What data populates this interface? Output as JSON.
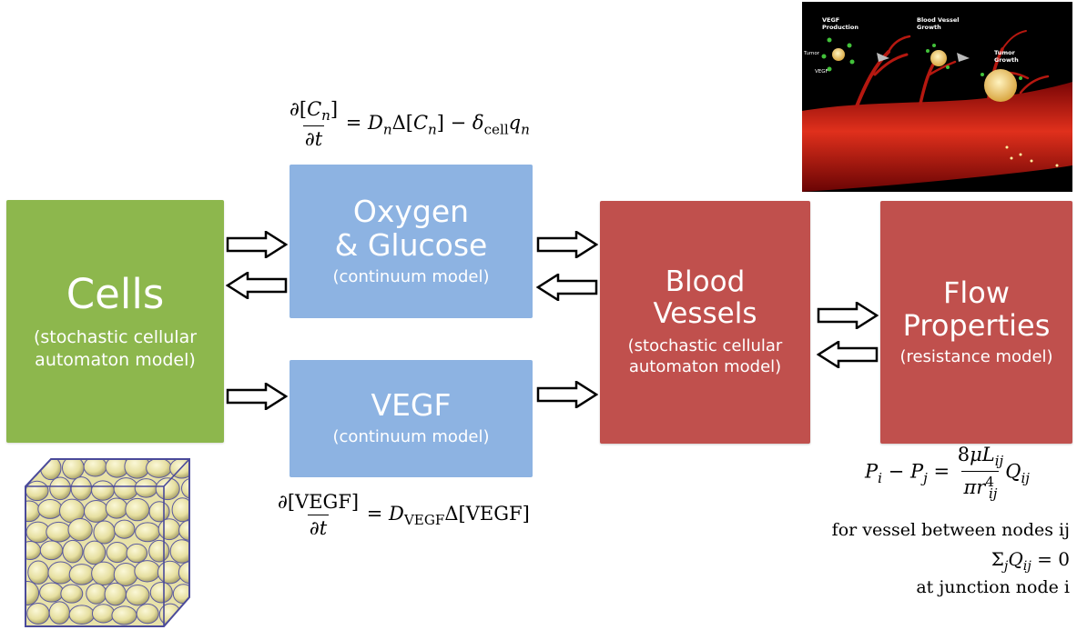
{
  "cells": {
    "title": "Cells",
    "subtitle": "(stochastic cellular automaton model)",
    "color": "#8db74d"
  },
  "oxygen": {
    "title_line1": "Oxygen",
    "title_line2": "& Glucose",
    "subtitle": "(continuum model)",
    "color": "#8db3e2"
  },
  "vegf": {
    "title": "VEGF",
    "subtitle": "(continuum model)",
    "color": "#8db3e2"
  },
  "vessels": {
    "title_line1": "Blood",
    "title_line2": "Vessels",
    "subtitle": "(stochastic cellular automaton model)",
    "color": "#c0504d"
  },
  "flow": {
    "title_line1": "Flow",
    "title_line2": "Properties",
    "subtitle": "(resistance model)",
    "color": "#c0504d"
  },
  "equations": {
    "nutrient": "∂[C_n]/∂t = D_n Δ[C_n] − δ_cell q_n",
    "vegf": "∂[VEGF]/∂t = D_VEGF Δ[VEGF]",
    "poiseuille": "P_i − P_j = 8μL_ij / (π r_ij^4) Q_ij",
    "conservation": "Σ_j Q_ij = 0"
  },
  "notes": {
    "vessel_between": "for vessel between nodes ij",
    "junction": "at junction node i"
  },
  "tumor_image": {
    "label_vegf_production_1": "VEGF",
    "label_vegf_production_2": "Production",
    "label_vessel_growth_1": "Blood Vessel",
    "label_vessel_growth_2": "Growth",
    "label_tumor": "Tumor",
    "label_vegf": "VEGF",
    "label_tumor_growth_1": "Tumor",
    "label_tumor_growth_2": "Growth"
  },
  "icons": [
    "arrow-right-icon",
    "arrow-left-icon"
  ]
}
